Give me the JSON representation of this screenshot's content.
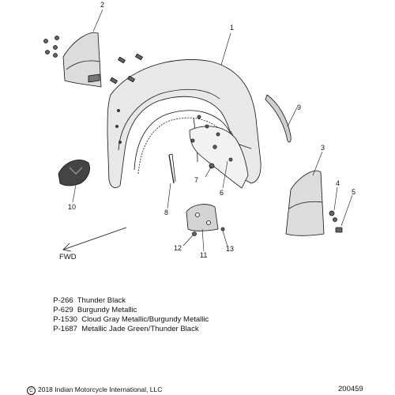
{
  "callouts": [
    {
      "id": "1",
      "label": "1"
    },
    {
      "id": "2",
      "label": "2"
    },
    {
      "id": "3",
      "label": "3"
    },
    {
      "id": "4",
      "label": "4"
    },
    {
      "id": "5",
      "label": "5"
    },
    {
      "id": "6",
      "label": "6"
    },
    {
      "id": "7",
      "label": "7"
    },
    {
      "id": "8",
      "label": "8"
    },
    {
      "id": "9",
      "label": "9"
    },
    {
      "id": "10",
      "label": "10"
    },
    {
      "id": "11",
      "label": "11"
    },
    {
      "id": "12",
      "label": "12"
    },
    {
      "id": "13",
      "label": "13"
    }
  ],
  "direction_label": "FWD",
  "paint_codes": [
    {
      "code": "P-266",
      "name": "Thunder Black"
    },
    {
      "code": "P-629",
      "name": "Burgundy Metallic"
    },
    {
      "code": "P-1530",
      "name": "Cloud Gray Metallic/Burgundy Metallic"
    },
    {
      "code": "P-1687",
      "name": "Metallic Jade Green/Thunder Black"
    }
  ],
  "footer": {
    "copyright": "2018 Indian Motorcycle International, LLC",
    "copyright_icon": "copyright-icon",
    "diagram_number": "200459"
  },
  "colors": {
    "ink": "#111111",
    "fill": "#e6e6e6",
    "dark": "#555555"
  }
}
